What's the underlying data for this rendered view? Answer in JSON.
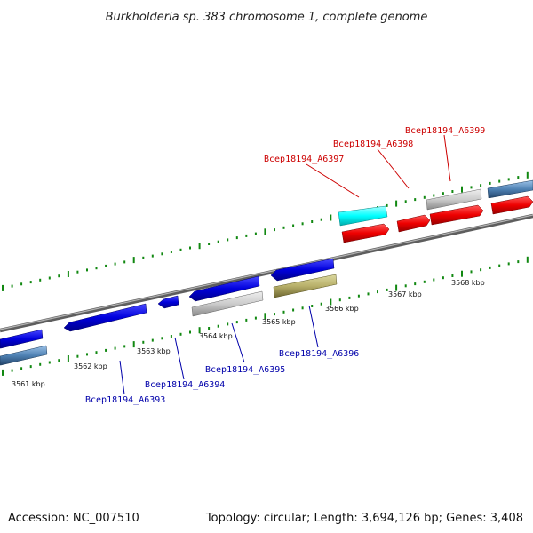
{
  "title": "Burkholderia sp. 383 chromosome 1, complete genome",
  "footer": {
    "accession": "Accession: NC_007510",
    "summary": "Topology: circular; Length: 3,694,126 bp; Genes: 3,408"
  },
  "colors": {
    "cds_forward_red": "#ee0000",
    "cds_reverse_blue": "#0000dd",
    "label_forward": "#cc0000",
    "label_reverse": "#0000aa",
    "tick_green": "#118811",
    "backbone_gray": "#888888"
  },
  "kbp_ticks": [
    "3561 kbp",
    "3562 kbp",
    "3563 kbp",
    "3564 kbp",
    "3565 kbp",
    "3566 kbp",
    "3567 kbp",
    "3568 kbp"
  ],
  "gene_labels": {
    "forward": [
      "Bcep18194_A6397",
      "Bcep18194_A6398",
      "Bcep18194_A6399"
    ],
    "reverse": [
      "Bcep18194_A6393",
      "Bcep18194_A6394",
      "Bcep18194_A6395",
      "Bcep18194_A6396"
    ]
  }
}
